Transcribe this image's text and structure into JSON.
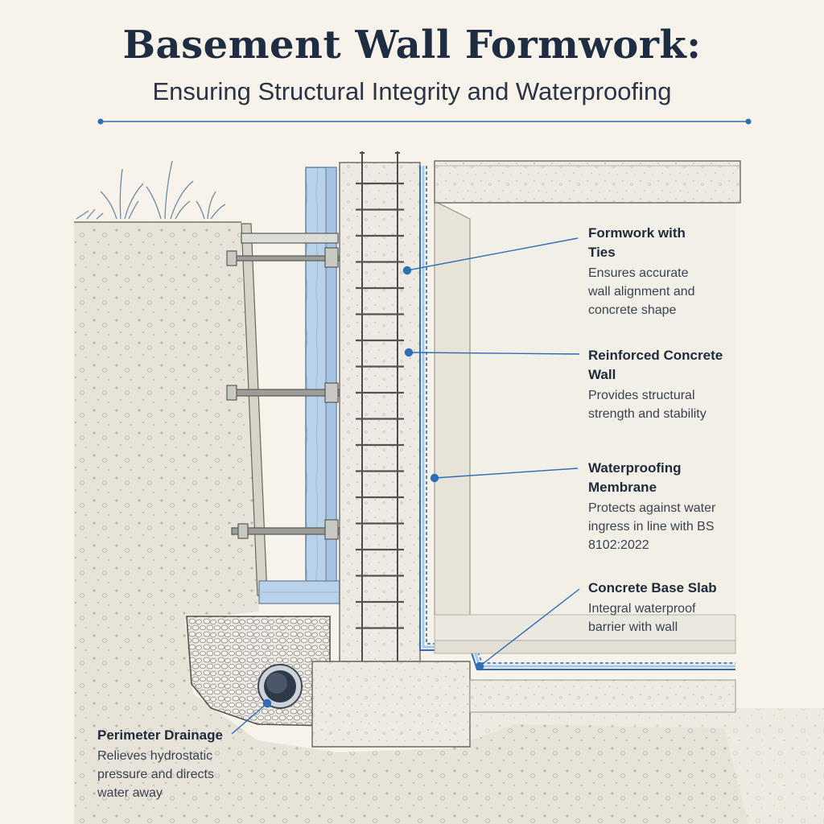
{
  "header": {
    "title": "Basement Wall Formwork:",
    "subtitle": "Ensuring Structural Integrity and Waterproofing"
  },
  "colors": {
    "accent": "#2f6db5",
    "formwork": "#b9d2ea",
    "concrete": "#ecebe4",
    "soil": "#e6e2d8",
    "text": "#1f2a3a"
  },
  "labels": {
    "formwork": {
      "title": "Formwork with Ties",
      "desc": "Ensures accurate wall alignment and concrete shape"
    },
    "wall": {
      "title": "Reinforced Concrete Wall",
      "desc": "Provides structural strength and stability"
    },
    "membrane": {
      "title": "Waterproofing Membrane",
      "desc": "Protects against water ingress in line with BS 8102:2022"
    },
    "slab": {
      "title": "Concrete Base Slab",
      "desc": "Integral waterproof barrier with wall"
    },
    "drainage": {
      "title": "Perimeter Drainage",
      "desc": "Relieves hydrostatic pressure and directs water away"
    }
  }
}
